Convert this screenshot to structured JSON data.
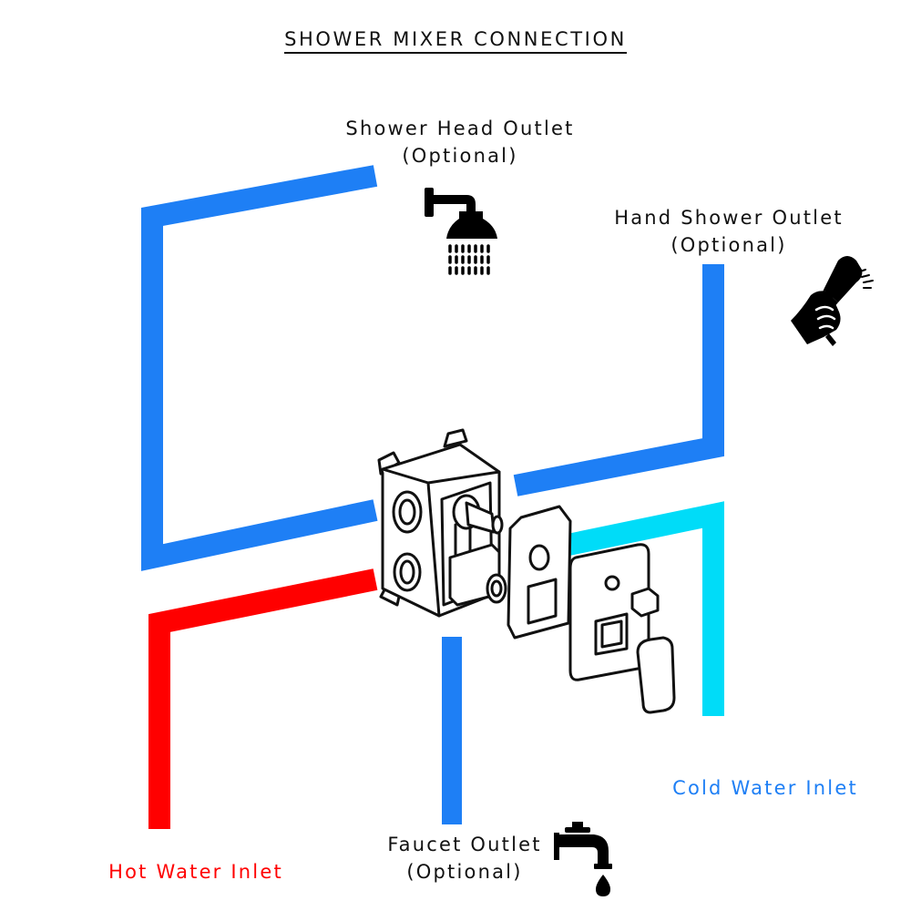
{
  "title": "SHOWER MIXER CONNECTION",
  "labels": {
    "shower_head": {
      "line1": "Shower Head Outlet",
      "line2": "(Optional)"
    },
    "hand_shower": {
      "line1": "Hand Shower Outlet",
      "line2": "(Optional)"
    },
    "faucet": {
      "line1": "Faucet Outlet",
      "line2": "(Optional)"
    },
    "hot_inlet": "Hot Water Inlet",
    "cold_inlet": "Cold Water Inlet"
  },
  "colors": {
    "hot_pipe": "#ff0000",
    "outlet_pipe": "#1e7ff5",
    "cold_pipe": "#00dcf8",
    "hot_text": "#ff0000",
    "cold_text": "#1e7ff5",
    "line_art": "#111111"
  },
  "icons": [
    "shower-head-icon",
    "hand-shower-icon",
    "faucet-icon",
    "mixer-valve-body-icon",
    "mounting-plate-icon",
    "trim-plate-icon",
    "mixer-handle-icon"
  ]
}
